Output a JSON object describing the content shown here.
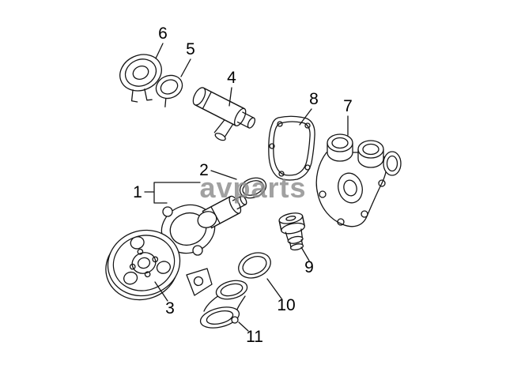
{
  "watermark": {
    "text": "avparts",
    "color": "#8d8d8d"
  },
  "diagram": {
    "line_color": "#151515",
    "background": "#ffffff",
    "parts": [
      {
        "label": "1"
      },
      {
        "label": "2"
      },
      {
        "label": "3"
      },
      {
        "label": "4"
      },
      {
        "label": "5"
      },
      {
        "label": "6"
      },
      {
        "label": "7"
      },
      {
        "label": "8"
      },
      {
        "label": "9"
      },
      {
        "label": "10"
      },
      {
        "label": "11"
      }
    ]
  }
}
